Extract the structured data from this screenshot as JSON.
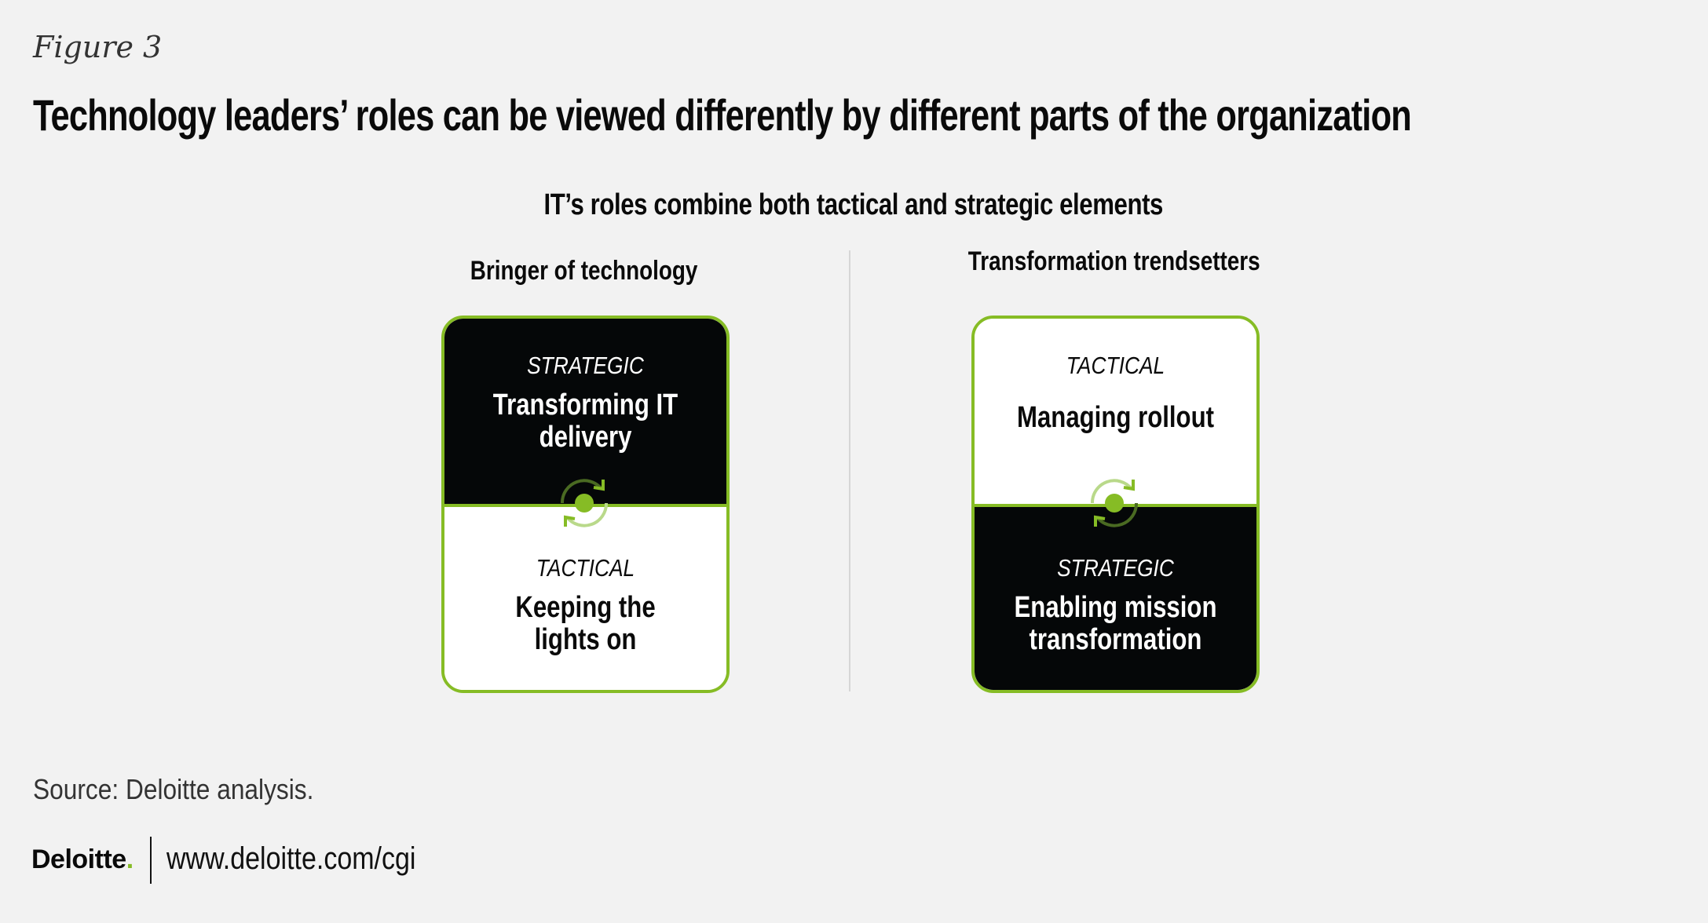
{
  "figure_label": "Figure 3",
  "title": "Technology leaders’ roles can be viewed differently by different parts of the organization",
  "subtitle": "IT’s roles combine both tactical and strategic elements",
  "columns": [
    {
      "heading": "Bringer of technology",
      "top": {
        "label": "STRATEGIC",
        "text_line1": "Transforming IT",
        "text_line2": "delivery"
      },
      "bottom": {
        "label": "TACTICAL",
        "text_line1": "Keeping the",
        "text_line2": "lights on"
      }
    },
    {
      "heading": "Transformation trendsetters",
      "top": {
        "label": "TACTICAL",
        "text_line1": "Managing rollout",
        "text_line2": ""
      },
      "bottom": {
        "label": "STRATEGIC",
        "text_line1": "Enabling mission",
        "text_line2": "transformation"
      }
    }
  ],
  "source": "Source: Deloitte analysis.",
  "footer": {
    "logo_text": "Deloitte",
    "logo_dot": ".",
    "url": "www.deloitte.com/cgi"
  },
  "colors": {
    "accent": "#86bc25",
    "dark": "#050708",
    "background": "#f2f2f2"
  }
}
